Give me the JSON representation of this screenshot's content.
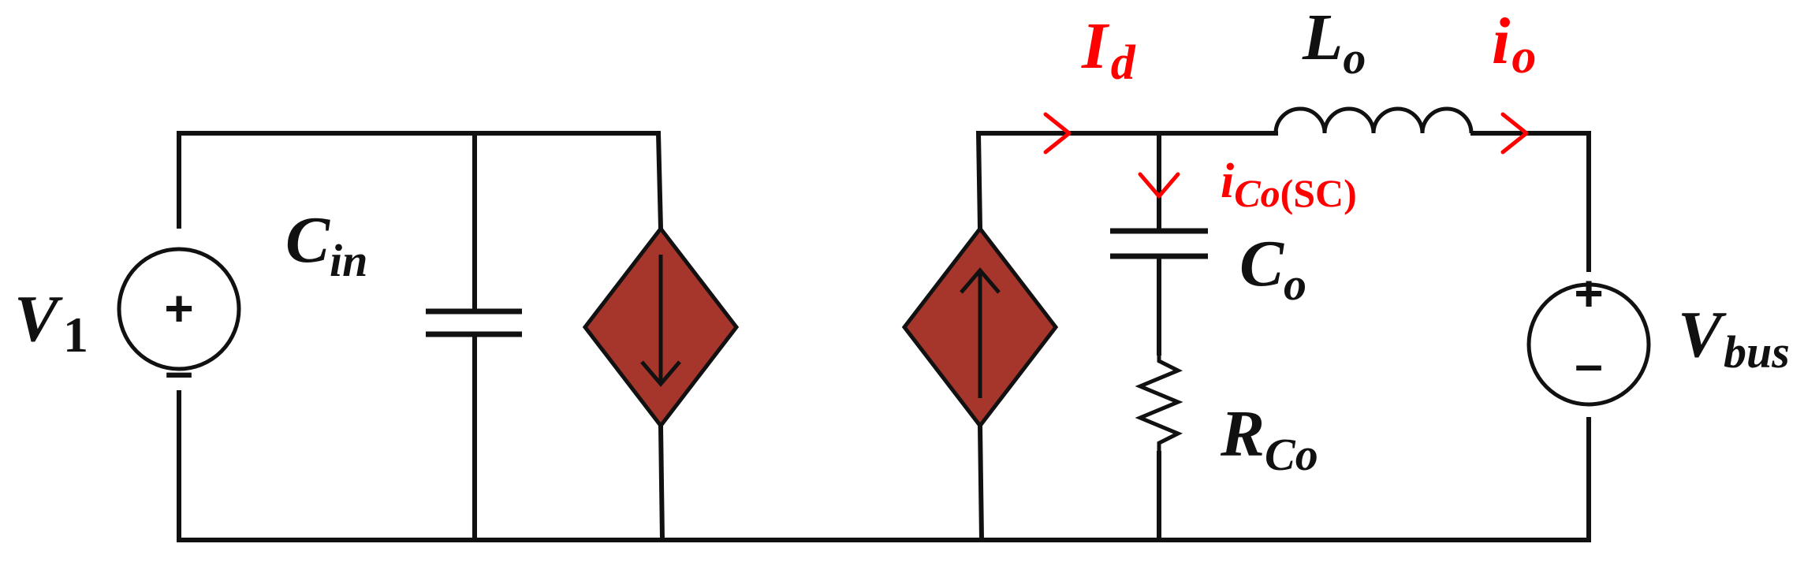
{
  "colors": {
    "wire": "#111111",
    "dependent_source_fill": "#a6362c",
    "current_label": "#ff0000"
  },
  "labels": {
    "v1": {
      "main": "V",
      "sub": "1"
    },
    "cin": {
      "main": "C",
      "sub": "in"
    },
    "co": {
      "main": "C",
      "sub": "o"
    },
    "rco": {
      "main": "R",
      "sub": "Co"
    },
    "vbus": {
      "main": "V",
      "sub": "bus"
    },
    "lo": {
      "main": "L",
      "sub": "o"
    },
    "id": {
      "main": "I",
      "sub": "d"
    },
    "io": {
      "main": "i",
      "sub": "o"
    },
    "ico": {
      "main": "i",
      "sub": "Co",
      "sub_upright": "(SC)"
    }
  },
  "sources": {
    "v1": {
      "plus": "+",
      "minus": "–"
    },
    "vbus": {
      "plus": "+",
      "minus": "–"
    }
  }
}
